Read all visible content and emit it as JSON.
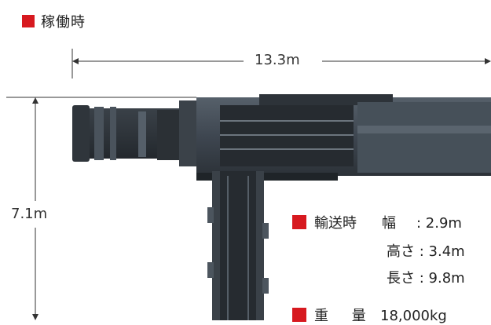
{
  "header": {
    "title": "稼働時",
    "accent_color": "#d7191f"
  },
  "dimensions": {
    "width_label": "13.3m",
    "height_label": "7.1m"
  },
  "specs": {
    "transport_label": "輸送時",
    "width_key": "幅",
    "width_value": ": 2.9m",
    "height_key": "高さ",
    "height_value": ": 3.4m",
    "length_key": "長さ",
    "length_value": ": 9.8m",
    "weight_key": "重 量",
    "weight_value": "18,000kg"
  }
}
